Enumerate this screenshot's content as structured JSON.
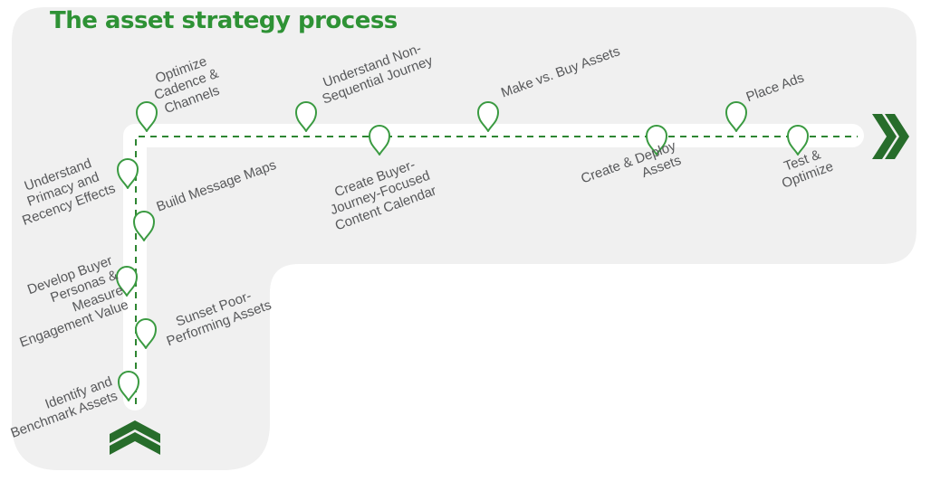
{
  "title": "The asset strategy process",
  "colors": {
    "panel_gray": "#f0f0f0",
    "track_white": "#ffffff",
    "path_green": "#2e8632",
    "pin_green": "#3a9a41",
    "chevron_green": "#276d2b",
    "title_green": "#2e9235",
    "label_gray": "#57585a"
  },
  "diagram": {
    "start_marker": "chevron-up",
    "end_marker": "chevron-right",
    "milestones": [
      {
        "id": "identify",
        "label": "Identify and\nBenchmark Assets"
      },
      {
        "id": "sunset",
        "label": "Sunset Poor-\nPerforming Assets"
      },
      {
        "id": "develop",
        "label": "Develop Buyer\nPersonas &\nMeasure\nEngagement Value"
      },
      {
        "id": "build",
        "label": "Build Message Maps"
      },
      {
        "id": "primacy",
        "label": "Understand\nPrimacy and\nRecency Effects"
      },
      {
        "id": "optimize",
        "label": "Optimize\nCadence &\nChannels"
      },
      {
        "id": "nonsequential",
        "label": "Understand Non-\nSequential Journey"
      },
      {
        "id": "calendar",
        "label": "Create Buyer-\nJourney-Focused\nContent Calendar"
      },
      {
        "id": "makebuy",
        "label": "Make vs. Buy Assets"
      },
      {
        "id": "deploy",
        "label": "Create & Deploy\nAssets"
      },
      {
        "id": "placeads",
        "label": "Place Ads"
      },
      {
        "id": "test",
        "label": "Test &\nOptimize"
      }
    ]
  }
}
